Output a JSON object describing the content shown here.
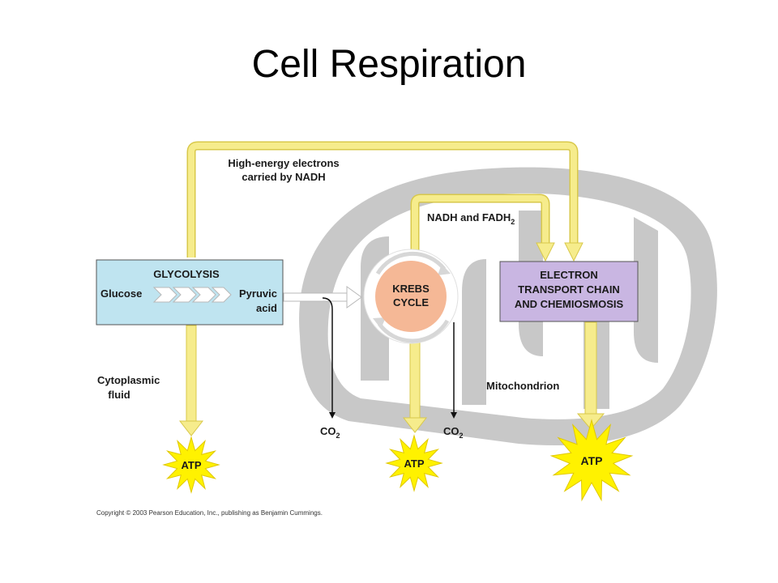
{
  "slide": {
    "title": "Cell Respiration"
  },
  "diagram": {
    "glycolysis": {
      "title": "GLYCOLYSIS",
      "input": "Glucose",
      "output_line1": "Pyruvic",
      "output_line2": "acid"
    },
    "krebs": {
      "line1": "KREBS",
      "line2": "CYCLE"
    },
    "etc": {
      "line1": "ELECTRON",
      "line2": "TRANSPORT CHAIN",
      "line3": "AND CHEMIOSMOSIS"
    },
    "nadh_route": {
      "line1": "High-energy electrons",
      "line2": "carried by NADH"
    },
    "nadh_fadh": {
      "text": "NADH and FADH",
      "subscript": "2"
    },
    "cytoplasm": {
      "line1": "Cytoplasmic",
      "line2": "fluid"
    },
    "mitochondrion": {
      "label": "Mitochondrion"
    },
    "co2": [
      {
        "text": "CO",
        "subscript": "2"
      },
      {
        "text": "CO",
        "subscript": "2"
      }
    ],
    "atp": [
      {
        "text": "ATP"
      },
      {
        "text": "ATP"
      },
      {
        "text": "ATP"
      }
    ],
    "copyright": "Copyright © 2003 Pearson Education, Inc., publishing as Benjamin Cummings.",
    "colors": {
      "arrow_yellow": "#f6ec8c",
      "arrow_edge": "#d8c84a",
      "glycolysis_box": "#bfe4f0",
      "krebs_circle": "#f5b896",
      "etc_box": "#c9b6e2",
      "mitochondrion": "#c8c8c8",
      "atp_star": "#fff200"
    }
  }
}
